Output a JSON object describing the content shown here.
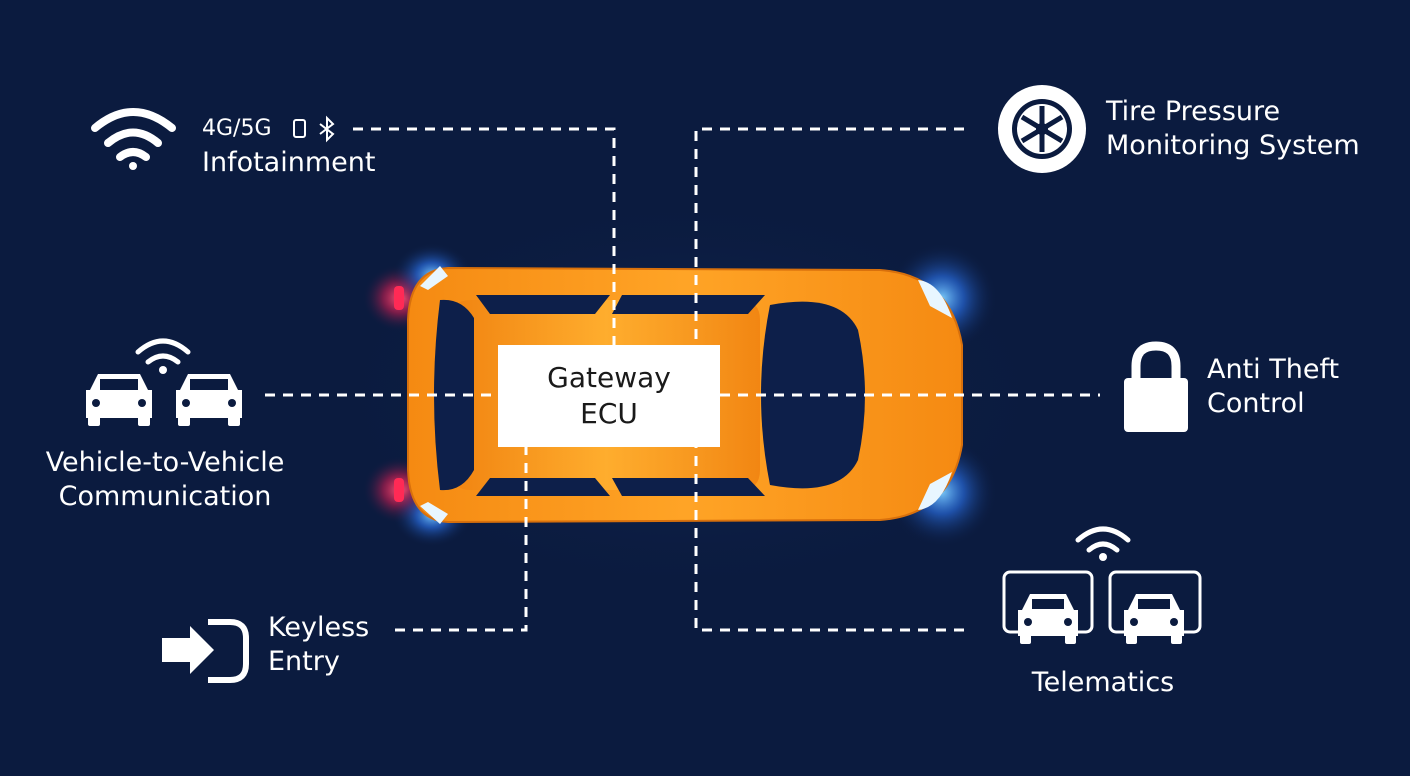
{
  "gateway": {
    "line1": "Gateway",
    "line2": "ECU"
  },
  "infotainment": {
    "line1": "4G/5G",
    "line2": "Infotainment",
    "icon": "wifi-icon"
  },
  "tpms": {
    "line1": "Tire Pressure",
    "line2": "Monitoring System",
    "icon": "tire-icon"
  },
  "v2v": {
    "line1": "Vehicle-to-Vehicle",
    "line2": "Communication",
    "icon": "connected-cars-icon"
  },
  "anti_theft": {
    "line1": "Anti Theft",
    "line2": "Control",
    "icon": "lock-icon"
  },
  "keyless": {
    "line1": "Keyless",
    "line2": "Entry",
    "icon": "keyless-entry-icon"
  },
  "telematics": {
    "label": "Telematics",
    "icon": "telematics-icon"
  },
  "colors": {
    "background": "#0b1b3f",
    "car_body": "#f7941d",
    "lines": "#ffffff",
    "headlight": "#3aa8ff",
    "taillight": "#ff2a55"
  }
}
